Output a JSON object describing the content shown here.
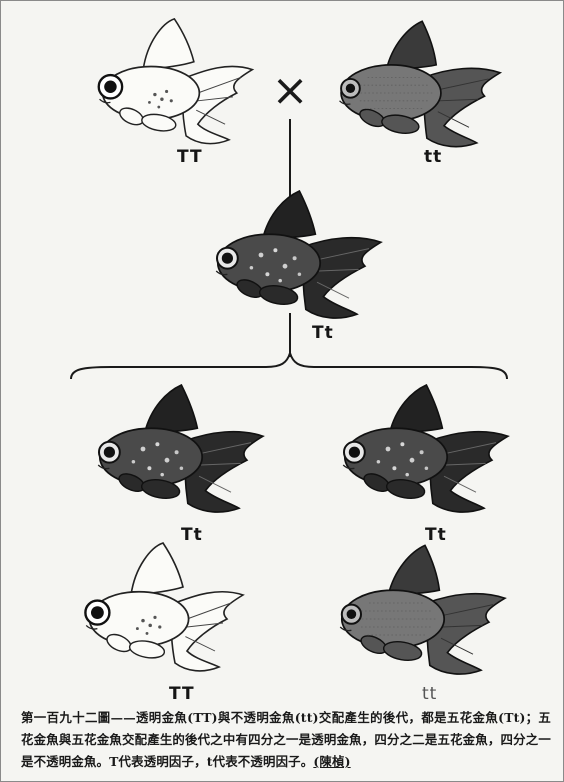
{
  "figure": {
    "parents": {
      "left_label": "TT",
      "right_label": "tt",
      "cross_symbol": "×"
    },
    "f1": {
      "label": "Tt"
    },
    "f2": [
      {
        "label": "Tt",
        "type": "mottled"
      },
      {
        "label": "Tt",
        "type": "mottled"
      },
      {
        "label": "TT",
        "type": "transparent"
      },
      {
        "label": "tt",
        "type": "opaque"
      }
    ]
  },
  "caption": {
    "text": "第一百九十二圖——透明金魚(TT)與不透明金魚(tt)交配產生的後代，都是五花金魚(Tt)；五花金魚與五花金魚交配產生的後代之中有四分之一是透明金魚，四分之二是五花金魚，四分之一是不透明金魚。T代表透明因子，t代表不透明因子。",
    "source": "(陳楨)"
  },
  "colors": {
    "ink": "#1c1c1c",
    "paper": "#f5f5f2"
  }
}
